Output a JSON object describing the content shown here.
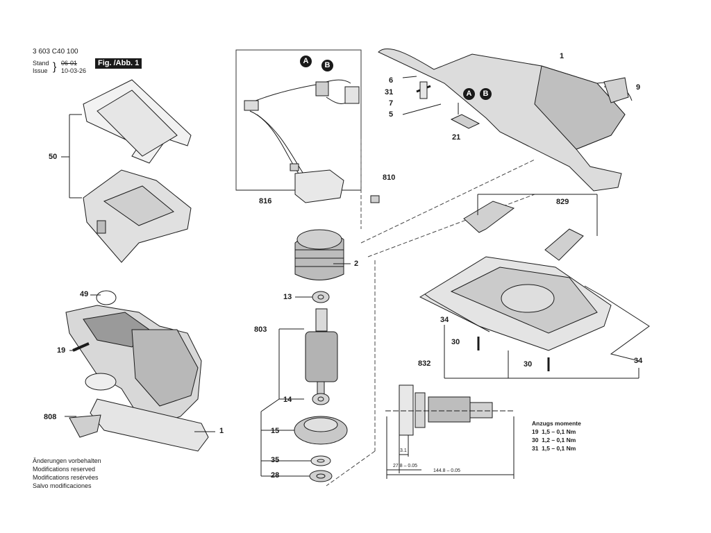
{
  "header": {
    "part_number": "3 603 C40 100",
    "stand_label": "Stand",
    "issue_label": "Issue",
    "stand_date": "06-01",
    "issue_date": "10-03-26",
    "fig_badge": "Fig. /Abb. 1"
  },
  "callouts": {
    "c1_top": "1",
    "c9": "9",
    "c6": "6",
    "c31": "31",
    "c7": "7",
    "c5": "5",
    "c21": "21",
    "c810": "810",
    "c816": "816",
    "c2": "2",
    "c13": "13",
    "c803": "803",
    "c14": "14",
    "c15": "15",
    "c35": "35",
    "c28": "28",
    "c50": "50",
    "c49": "49",
    "c19": "19",
    "c808": "808",
    "c1_bottom": "1",
    "c829": "829",
    "c34_left": "34",
    "c30_a": "30",
    "c832": "832",
    "c30_b": "30",
    "c34_right": "34"
  },
  "connectors": {
    "a_top": "A",
    "b_top": "B",
    "a_right": "A",
    "b_right": "B"
  },
  "dimensions": {
    "d_3_1": "3.1",
    "d_27_8": "27.8 – 0.05",
    "d_144_8": "144.8 – 0.05"
  },
  "torque": {
    "title": "Anzugs momente",
    "rows": [
      "19  1,5 – 0,1 Nm",
      "30  1,2 – 0,1 Nm",
      "31  1,5 – 0,1 Nm"
    ]
  },
  "footer": {
    "lines": [
      "Änderungen vorbehalten",
      "Modifications reserved",
      "Modifications resérvées",
      "Salvo modificaciones"
    ]
  }
}
